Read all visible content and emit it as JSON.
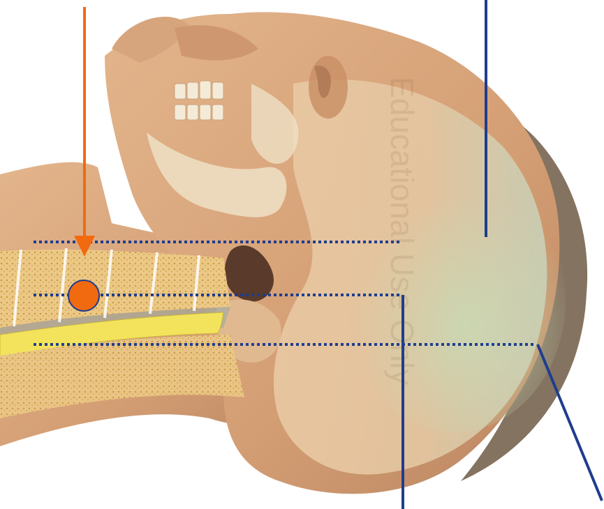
{
  "figure": {
    "subject": "head and neck sagittal view",
    "watermark": "Educational Use Only",
    "colors": {
      "background": "#ffffff",
      "skin": "#d9a77c",
      "skin_shadow": "#b57d55",
      "skull": "#ead7bb",
      "hair": "#6e5a44",
      "spinal_cord": "#f3e35c",
      "vertebra": "#e7c07a",
      "guide_line": "#1f3d8f",
      "marker": "#f26a10",
      "marker_outline": "#1f3d8f"
    }
  },
  "annotations": {
    "horizontal_guides": 3,
    "leader_lines": 3,
    "arrow_color_name": "orange",
    "marker_shape": "circle"
  }
}
